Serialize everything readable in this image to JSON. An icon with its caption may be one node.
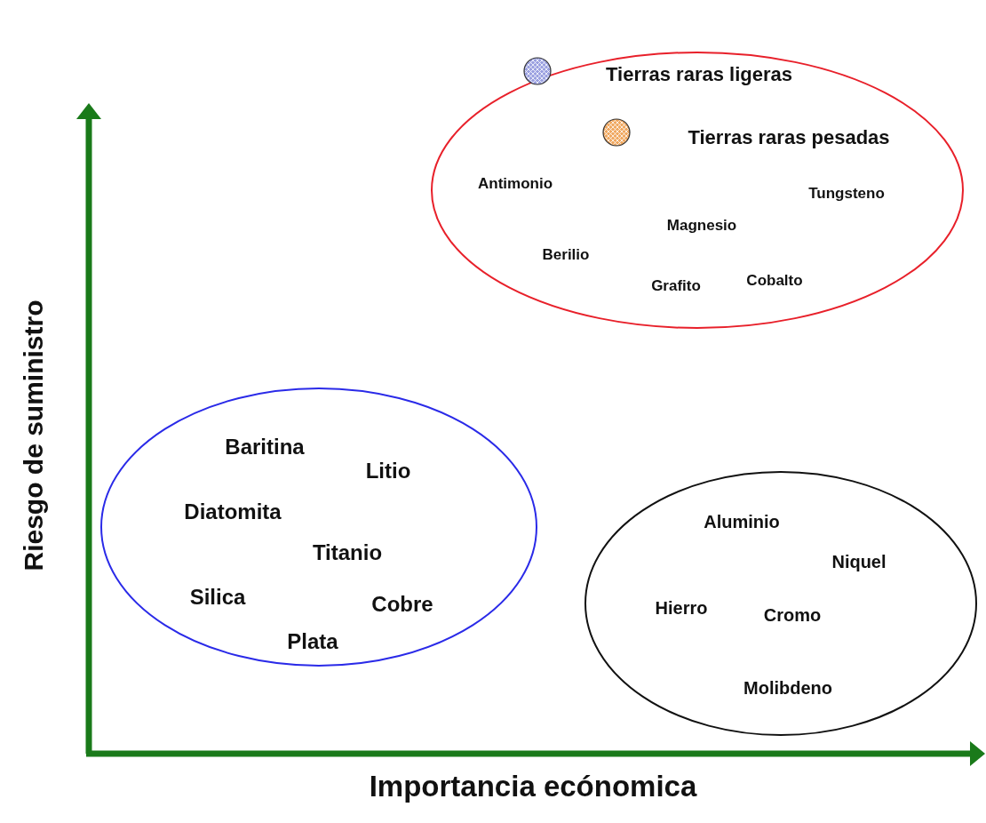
{
  "diagram": {
    "nodes": [
      {
        "text": [
          "Tierras raras ligeras",
          "Tierras raras pesadas",
          "Antimonio",
          "Tungsteno",
          "Magnesio",
          "Berilio",
          "Grafito",
          "Cobalto"
        ]
      },
      {
        "text": [
          "Baritina",
          "Litio",
          "Diatomita",
          "Titanio",
          "Silica",
          "Cobre",
          "Plata"
        ]
      },
      {
        "text": [
          "Aluminio",
          "Niquel",
          "Hierro",
          "Cromo",
          "Molibdeno"
        ]
      }
    ],
    "edges": [],
    "labels": [
      "Riesgo de suministro",
      "Importancia ecónomica"
    ]
  }
}
